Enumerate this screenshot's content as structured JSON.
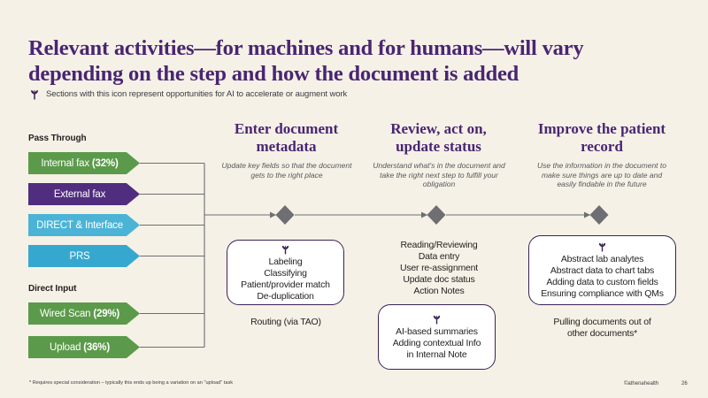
{
  "slide": {
    "background_color": "#F5F1E6",
    "title": "Relevant activities—for machines and for humans—will vary depending on the step and how the document is added",
    "subtitle": "Sections with this icon represent opportunities for AI to accelerate or augment work",
    "icon_name": "sprout-icon",
    "accent_purple": "#4A2573",
    "box_border_color": "#3B2257",
    "connector_color": "#6E6E73"
  },
  "sources": {
    "groups": [
      {
        "label": "Pass Through",
        "items": [
          {
            "name": "Internal fax",
            "percent": "(32%)",
            "color": "#5B9A4A"
          },
          {
            "name": "External fax",
            "percent": "",
            "color": "#512D7F"
          },
          {
            "name": "DIRECT & Interface",
            "percent": "",
            "color": "#4BB4D6"
          },
          {
            "name": "PRS",
            "percent": "",
            "color": "#36A8CF"
          }
        ]
      },
      {
        "label": "Direct Input",
        "items": [
          {
            "name": "Wired Scan",
            "percent": "(29%)",
            "color": "#5B9A4A"
          },
          {
            "name": "Upload",
            "percent": "(36%)",
            "color": "#5B9A4A"
          }
        ]
      }
    ]
  },
  "stages": [
    {
      "title": "Enter document metadata",
      "description": "Update key fields so that the document gets to the right place",
      "ai_box": {
        "icon": "sprout-icon",
        "lines": [
          "Labeling",
          "Classifying",
          "Patient/provider match",
          "De-duplication"
        ]
      },
      "plain_below": [
        "Routing (via TAO)"
      ],
      "plain_above": []
    },
    {
      "title": "Review, act on, update status",
      "description": "Understand what's in the document and take the right next step to fulfill your obligation",
      "ai_box": {
        "icon": "sprout-icon",
        "lines": [
          "AI-based summaries",
          "Adding contextual Info",
          "in Internal Note"
        ]
      },
      "plain_below": [],
      "plain_above": [
        "Reading/Reviewing",
        "Data entry",
        "User re-assignment",
        "Update doc status",
        "Action Notes"
      ]
    },
    {
      "title": "Improve the patient record",
      "description": "Use the information in the document to make sure things are up to date and easily findable in the future",
      "ai_box": {
        "icon": "sprout-icon",
        "lines": [
          "Abstract lab analytes",
          "Abstract data to chart tabs",
          "Adding data to custom fields",
          "Ensuring compliance with QMs"
        ]
      },
      "plain_below": [
        "Pulling documents out of",
        "other documents*"
      ],
      "plain_above": []
    }
  ],
  "footer": {
    "footnote": "* Requires special consideration – typically this ends up being a variation on an \"upload\" task",
    "brand": "©athenahealth",
    "page_number": "26"
  }
}
